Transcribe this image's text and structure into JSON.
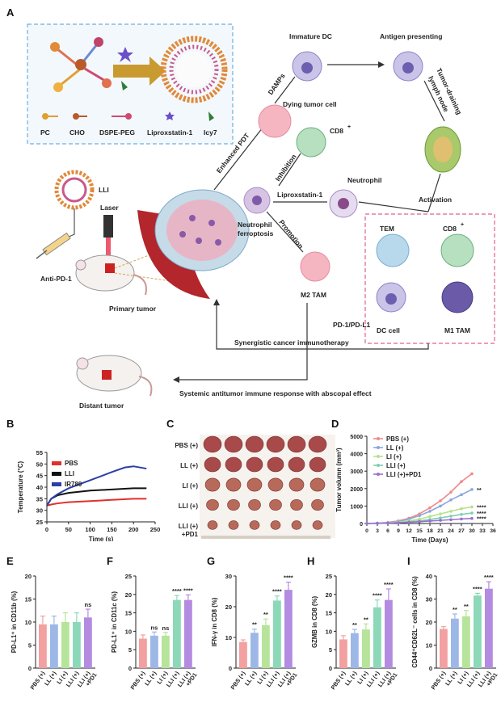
{
  "panelA": {
    "letter": "A",
    "nano_legend": [
      "PC",
      "CHO",
      "DSPE-PEG",
      "Liproxstatin-1",
      "Icy7"
    ],
    "labels": {
      "lli": "LLI",
      "laser": "Laser",
      "anti_pd1": "Anti-PD-1",
      "primary_tumor": "Primary tumor",
      "immature_dc": "Immature DC",
      "antigen_presenting": "Antigen presenting",
      "damps": "DAMPs",
      "dying_tumor_cell": "Dying tumor cell",
      "cd8": "CD8",
      "enhanced_pdt": "Enhanced PDT",
      "inhibition": "Inhibition",
      "tumor_draining": "Tumor-draining",
      "lymph_node": "lymph node",
      "neutrophil": "Neutrophil",
      "liproxstatin": "Liproxstatin-1",
      "neutrophil_ferroptosis_1": "Neutrophil",
      "neutrophil_ferroptosis_2": "ferroptosis",
      "promotion": "Promotion",
      "activation": "Activation",
      "m2_tam": "M2 TAM",
      "tem": "TEM",
      "cd8_b": "CD8",
      "pd1_pdl1": "PD-1/PD-L1",
      "dc_cell": "DC cell",
      "m1_tam": "M1 TAM",
      "synergistic": "Synergistic cancer immunotherapy",
      "distant_tumor": "Distant tumor",
      "systemic": "Systemic antitumor immune response with abscopal effect"
    }
  },
  "panelB": {
    "letter": "B",
    "chart_data": {
      "type": "line",
      "xlabel": "Time (s)",
      "ylabel": "Temperature (°C)",
      "xlim": [
        0,
        250
      ],
      "ylim": [
        25,
        55
      ],
      "xticks": [
        "0",
        "50",
        "100",
        "150",
        "200",
        "250"
      ],
      "yticks": [
        "25",
        "30",
        "35",
        "40",
        "45",
        "50",
        "55"
      ],
      "series": [
        {
          "name": "PBS",
          "color": "#e0302a",
          "x": [
            0,
            10,
            25,
            50,
            100,
            150,
            200,
            230
          ],
          "y": [
            32,
            32.5,
            33,
            33.5,
            34,
            34.5,
            35,
            35
          ]
        },
        {
          "name": "LLI",
          "color": "#111111",
          "x": [
            0,
            10,
            25,
            50,
            100,
            150,
            200,
            230
          ],
          "y": [
            32,
            35,
            36.5,
            37.5,
            38.5,
            39,
            39.5,
            39.5
          ]
        },
        {
          "name": "IR780",
          "color": "#2a3fa8",
          "x": [
            0,
            10,
            25,
            50,
            100,
            150,
            180,
            200,
            230
          ],
          "y": [
            32,
            35,
            37,
            39.5,
            43,
            46.5,
            48.5,
            49,
            48
          ]
        }
      ]
    }
  },
  "panelC": {
    "letter": "C",
    "rows": [
      "PBS (+)",
      "LL (+)",
      "LI (+)",
      "LLI (+)",
      "LLI (+)"
    ],
    "last_row_sub": "+PD1"
  },
  "panelD": {
    "letter": "D",
    "chart_data": {
      "type": "line",
      "xlabel": "Time (Days)",
      "ylabel": "Tumor volumn (mm³)",
      "xlim": [
        0,
        36
      ],
      "ylim": [
        0,
        5000
      ],
      "xticks": [
        "0",
        "3",
        "6",
        "9",
        "12",
        "15",
        "18",
        "21",
        "24",
        "27",
        "30",
        "33",
        "36"
      ],
      "yticks": [
        "0",
        "1000",
        "2000",
        "3000",
        "4000",
        "5000"
      ],
      "x": [
        0,
        3,
        6,
        9,
        12,
        15,
        18,
        21,
        24,
        27,
        30
      ],
      "series": [
        {
          "name": "PBS (+)",
          "color": "#f08a8a",
          "y": [
            0,
            20,
            60,
            150,
            300,
            550,
            900,
            1300,
            1800,
            2400,
            2850
          ],
          "sig": ""
        },
        {
          "name": "LL (+)",
          "color": "#8aa7dc",
          "y": [
            0,
            20,
            50,
            120,
            250,
            450,
            700,
            1000,
            1350,
            1650,
            1950
          ],
          "sig": "**"
        },
        {
          "name": "LI (+)",
          "color": "#b8e08a",
          "y": [
            0,
            15,
            40,
            80,
            150,
            250,
            400,
            550,
            700,
            850,
            950
          ],
          "sig": "****"
        },
        {
          "name": "LLI (+)",
          "color": "#7ecfb0",
          "y": [
            0,
            10,
            30,
            60,
            100,
            150,
            230,
            320,
            420,
            520,
            600
          ],
          "sig": "****"
        },
        {
          "name": "LLI (+)+PD1",
          "color": "#9a6fd0",
          "y": [
            0,
            10,
            20,
            40,
            70,
            100,
            140,
            180,
            220,
            260,
            290
          ],
          "sig": "****"
        }
      ]
    }
  },
  "bar_panels": [
    {
      "letter": "E",
      "chart_data": {
        "type": "bar",
        "ylabel": "PD-L1⁺ in CD11b (%)",
        "ylim": [
          0,
          20
        ],
        "yticks": [
          "0",
          "5",
          "10",
          "15",
          "20"
        ],
        "categories": [
          "PBS (+)",
          "LL (+)",
          "LI (+)",
          "LLI (+)",
          "LLI (+)+PD1"
        ],
        "values": [
          9.5,
          9.5,
          10,
          10,
          11
        ],
        "errors": [
          1.8,
          1.8,
          2,
          2,
          1.8
        ],
        "sig": [
          "",
          "",
          "",
          "",
          "ns"
        ]
      }
    },
    {
      "letter": "F",
      "chart_data": {
        "type": "bar",
        "ylabel": "PD-L1⁺ in CD11c (%)",
        "ylim": [
          0,
          25
        ],
        "yticks": [
          "0",
          "5",
          "10",
          "15",
          "20",
          "25"
        ],
        "categories": [
          "PBS (+)",
          "LL (+)",
          "LI (+)",
          "LLI (+)",
          "LLI (+)+PD1"
        ],
        "values": [
          8,
          8.8,
          8.8,
          18.5,
          18.5
        ],
        "errors": [
          1,
          1,
          0.9,
          1.2,
          1.4
        ],
        "sig": [
          "",
          "ns",
          "ns",
          "****",
          "****"
        ]
      }
    },
    {
      "letter": "G",
      "chart_data": {
        "type": "bar",
        "ylabel": "IFN-γ in CD8 (%)",
        "ylim": [
          0,
          30
        ],
        "yticks": [
          "0",
          "10",
          "20",
          "30"
        ],
        "categories": [
          "PBS (+)",
          "LL (+)",
          "LI (+)",
          "LLI (+)",
          "LLI (+)+PD1"
        ],
        "values": [
          8.5,
          11.5,
          14,
          22,
          25.5
        ],
        "errors": [
          0.7,
          1.2,
          2,
          1.5,
          2.5
        ],
        "sig": [
          "",
          "**",
          "**",
          "****",
          "****"
        ]
      }
    },
    {
      "letter": "H",
      "chart_data": {
        "type": "bar",
        "ylabel": "GZMB in CD8 (%)",
        "ylim": [
          0,
          25
        ],
        "yticks": [
          "0",
          "5",
          "10",
          "15",
          "20",
          "25"
        ],
        "categories": [
          "PBS (+)",
          "LL (+)",
          "LI (+)",
          "LLI (+)",
          "LLI (+)+PD1"
        ],
        "values": [
          7.8,
          9.5,
          10.5,
          16.5,
          18.5
        ],
        "errors": [
          1,
          1,
          1.5,
          2,
          3
        ],
        "sig": [
          "",
          "**",
          "**",
          "****",
          "****"
        ]
      }
    },
    {
      "letter": "I",
      "chart_data": {
        "type": "bar",
        "ylabel": "CD44⁺CD62L⁻ cells in CD8 (%)",
        "ylim": [
          0,
          40
        ],
        "yticks": [
          "0",
          "10",
          "20",
          "30",
          "40"
        ],
        "categories": [
          "PBS (+)",
          "LL (+)",
          "LI (+)",
          "LLI (+)",
          "LLI (+)+PD1"
        ],
        "values": [
          17,
          21.5,
          22.5,
          31.5,
          34.5
        ],
        "errors": [
          1,
          2,
          2.5,
          1,
          3
        ],
        "sig": [
          "",
          "**",
          "**",
          "****",
          "****"
        ]
      }
    }
  ],
  "bar_colors": [
    "#f2a0a0",
    "#9db8e6",
    "#b6e49a",
    "#8cd8b8",
    "#b38be0"
  ]
}
